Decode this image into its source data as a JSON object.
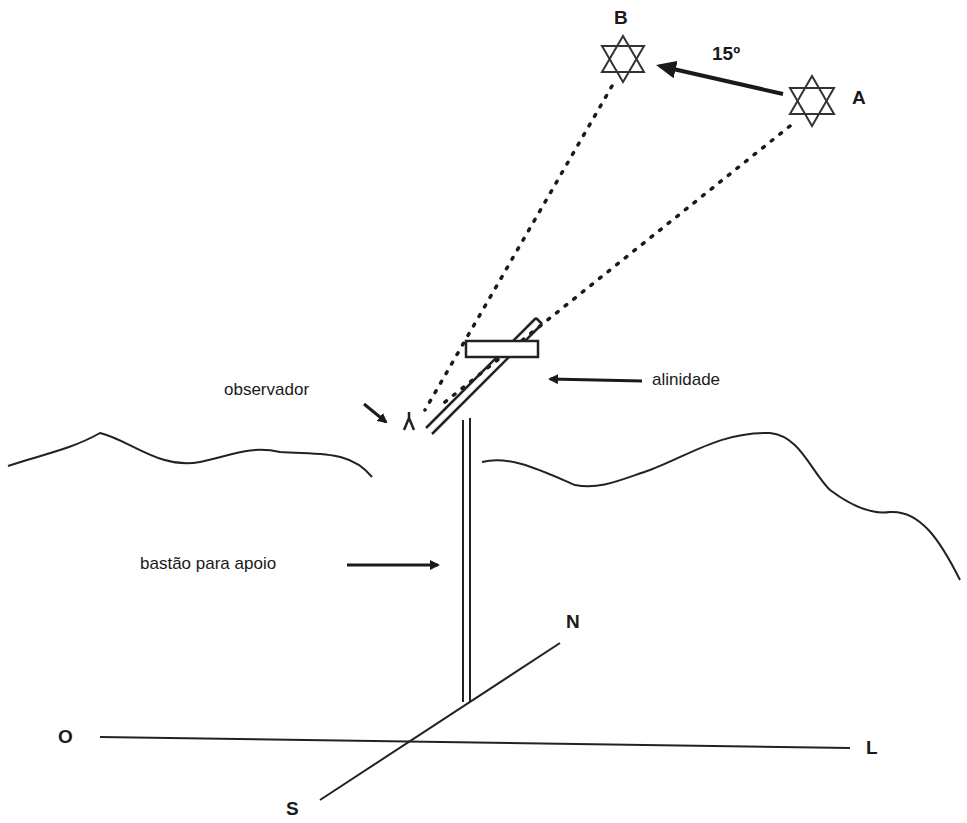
{
  "diagram": {
    "labels": [
      "B",
      "15º",
      "A",
      "observador",
      "alinidade",
      "bastão para apoio",
      "N",
      "O",
      "L",
      "S"
    ]
  }
}
